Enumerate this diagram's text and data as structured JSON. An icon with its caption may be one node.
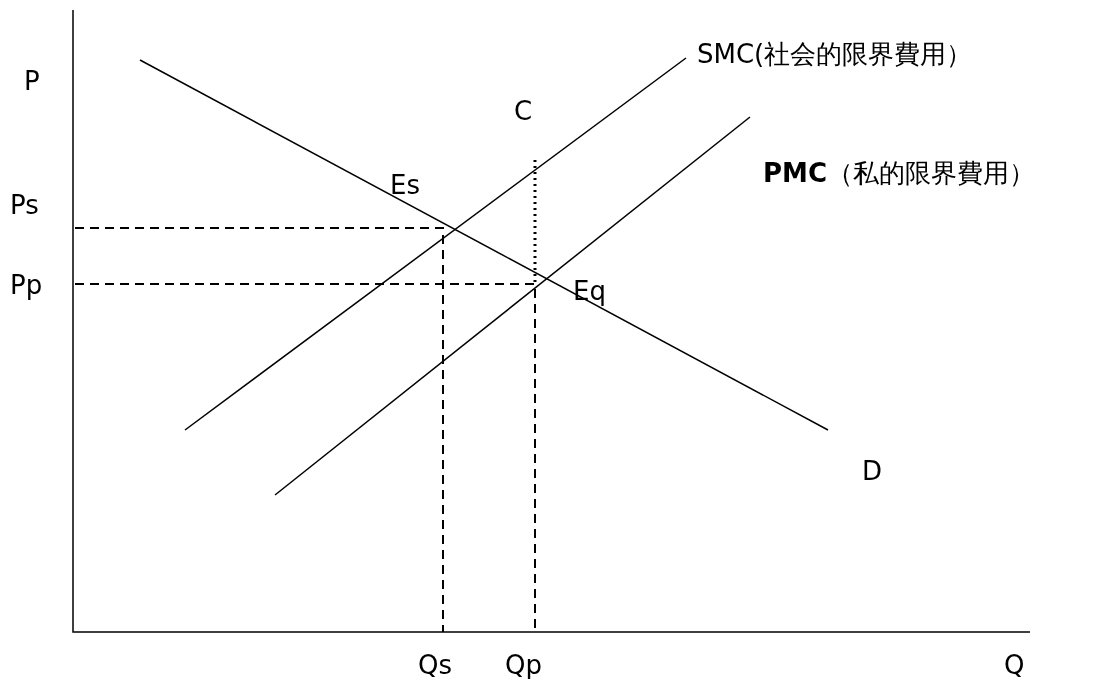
{
  "diagram": {
    "labels": [
      "SMC(社会的限界費用）",
      "P",
      "C",
      "Es",
      "**PMC**（私的限界費用）",
      "Ps",
      "Pp",
      "Eq",
      "D",
      "Qs",
      "Qp",
      "Q"
    ]
  }
}
